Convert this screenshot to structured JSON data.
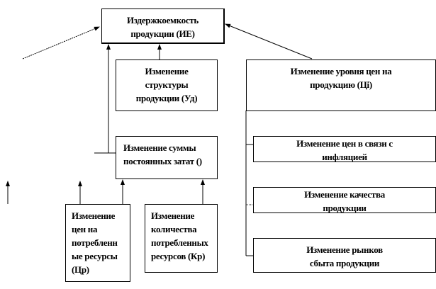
{
  "nodes": {
    "top": [
      "Издержкоемкость",
      "продукции (ИЕ)"
    ],
    "structure": [
      "Изменение",
      "структуры",
      "продукции (Уд)"
    ],
    "price_level": [
      "Изменение уровня цен на",
      "продукцию (Цi)"
    ],
    "fixed_costs": [
      "Изменение суммы",
      "постоянных затат ()"
    ],
    "inflation": [
      "Изменение цен в связи с",
      "инфляцией"
    ],
    "quality": [
      "Изменение качества",
      "продукции"
    ],
    "markets": [
      "Изменение рынков",
      "сбыта продукции"
    ],
    "resource_prices": [
      "Изменение",
      "цен на",
      "потребленн",
      "ые ресурсы",
      "(Цр)"
    ],
    "resource_quantity": [
      "Изменение",
      "количества",
      "потребленных",
      "ресурсов  (Кр)"
    ]
  }
}
